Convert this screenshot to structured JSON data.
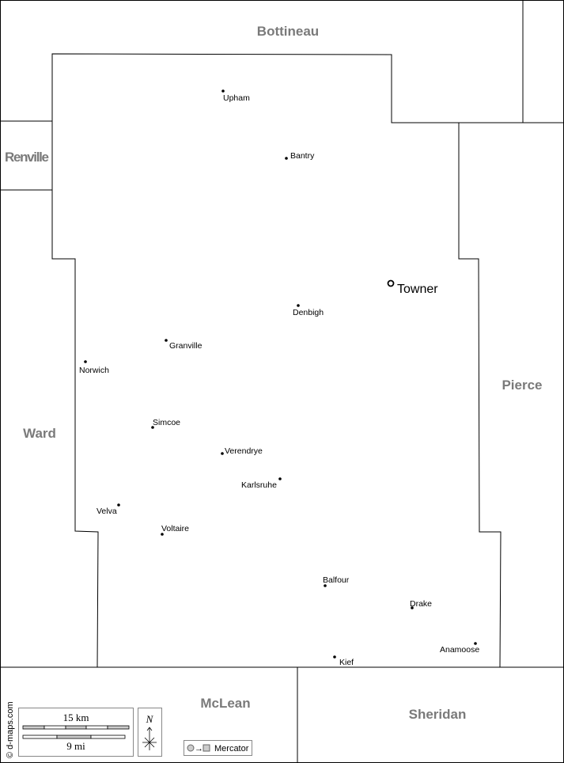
{
  "map": {
    "county_seat": "Towner",
    "neighbors": [
      "Bottineau",
      "Renville",
      "Ward",
      "Pierce",
      "McLean",
      "Sheridan"
    ],
    "towns": [
      "Upham",
      "Bantry",
      "Denbigh",
      "Granville",
      "Norwich",
      "Simcoe",
      "Verendrye",
      "Karlsruhe",
      "Velva",
      "Voltaire",
      "Balfour",
      "Drake",
      "Anamoose",
      "Kief"
    ]
  },
  "legend": {
    "scale_km": "15 km",
    "scale_mi": "9 mi",
    "north": "N",
    "projection": "Mercator",
    "credit": "© d-maps.com"
  }
}
